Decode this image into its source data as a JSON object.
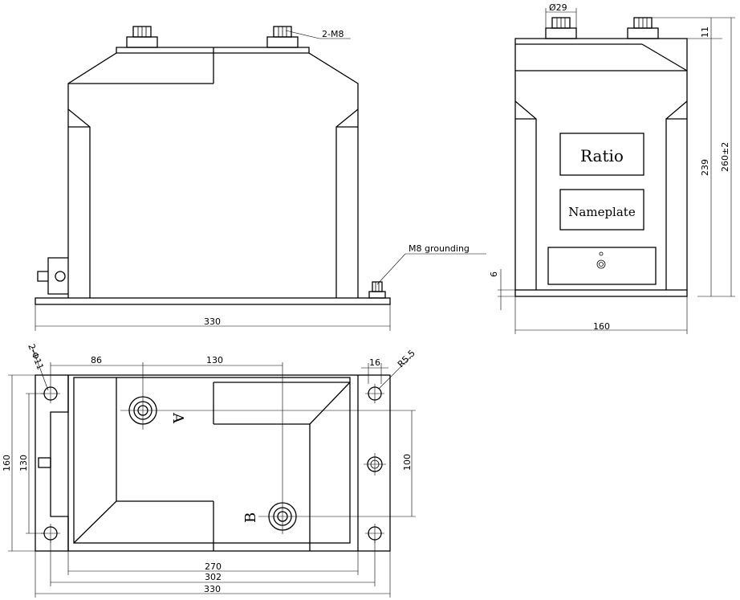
{
  "front_view": {
    "callout_terminal": "2-M8",
    "callout_grounding": "M8 grounding",
    "dim_width": "330"
  },
  "side_view": {
    "dim_top_diameter": "Ø29",
    "dim_top_height": "11",
    "dim_body_height": "239",
    "dim_total_height": "260±2",
    "dim_base_thickness": "6",
    "dim_width": "160",
    "plate_ratio": "Ratio",
    "plate_nameplate": "Nameplate"
  },
  "bottom_view": {
    "callout_holes": "2-Φ11",
    "dim_86": "86",
    "dim_130_top": "130",
    "dim_16": "16",
    "callout_radius": "R5.5",
    "dim_160": "160",
    "dim_130_side": "130",
    "dim_100": "100",
    "dim_270": "270",
    "dim_302": "302",
    "dim_330": "330",
    "terminal_a": "A",
    "terminal_b": "B"
  }
}
